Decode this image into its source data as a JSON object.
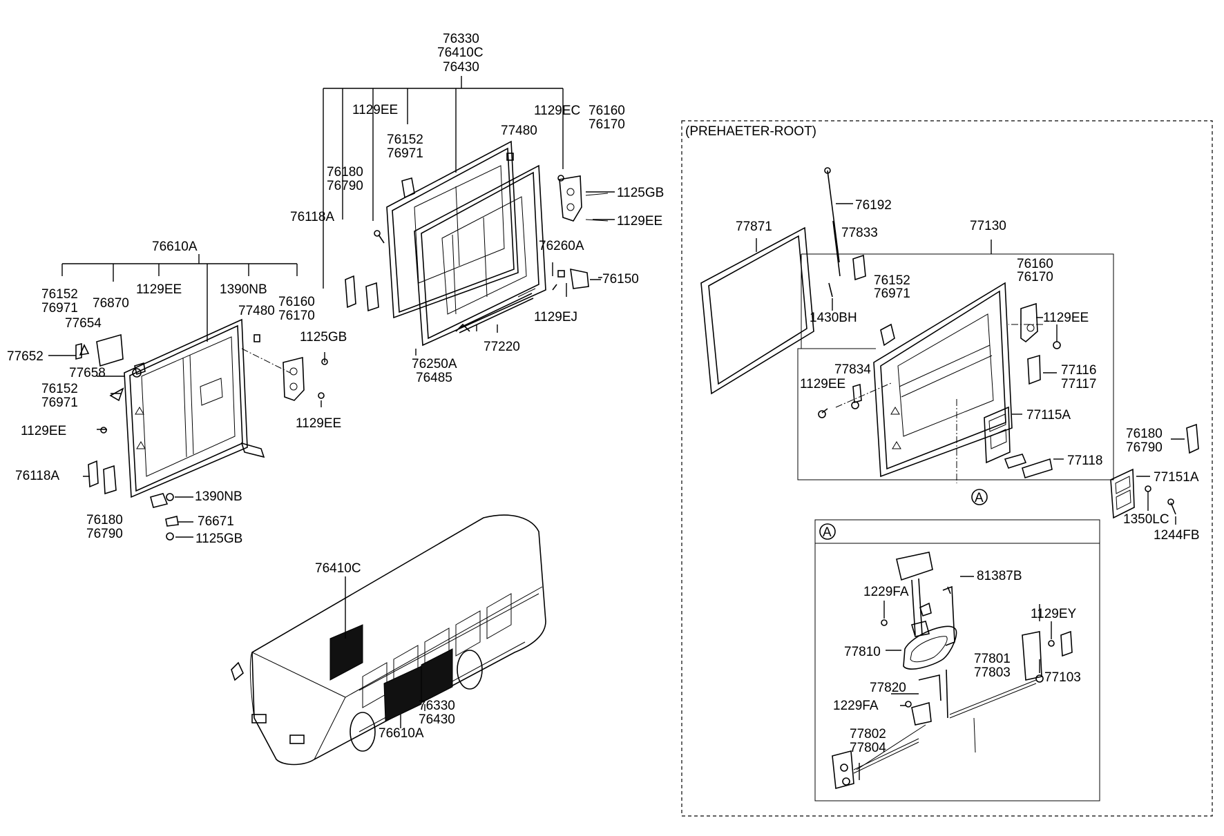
{
  "labels": {
    "top_group_1": "76330",
    "top_group_2": "76410C",
    "top_group_3": "76430",
    "t_1129ee_a": "1129EE",
    "t_76152_a": "76152",
    "t_76971_a": "76971",
    "t_76180_a": "76180",
    "t_76790_a": "76790",
    "t_76118a_a": "76118A",
    "t_1129ec": "1129EC",
    "t_76160_a": "76160",
    "t_76170_a": "76170",
    "t_77480_a": "77480",
    "t_1125gb_a": "1125GB",
    "t_1129ee_b": "1129EE",
    "t_76260a": "76260A",
    "t_76150": "76150",
    "t_1129ej": "1129EJ",
    "t_77220": "77220",
    "t_76250a": "76250A",
    "t_76485": "76485",
    "l_76610a": "76610A",
    "l_76152_b": "76152",
    "l_76971_b": "76971",
    "l_76870": "76870",
    "l_1129ee_c": "1129EE",
    "l_1390nb_a": "1390NB",
    "l_76160_b": "76160",
    "l_76170_b": "76170",
    "l_77480_b": "77480",
    "l_77654": "77654",
    "l_77652": "77652",
    "l_77658": "77658",
    "l_1125gb_b": "1125GB",
    "l_76152_c": "76152",
    "l_76971_c": "76971",
    "l_1129ee_d": "1129EE",
    "l_1129ee_e": "1129EE",
    "l_76118a_b": "76118A",
    "l_1390nb_b": "1390NB",
    "l_76180_b": "76180",
    "l_76790_b": "76790",
    "l_76671": "76671",
    "l_1125gb_c": "1125GB",
    "b_76410c": "76410C",
    "b_76330": "76330",
    "b_76430": "76430",
    "b_76610a": "76610A",
    "r_section": "(PREHAETER-ROOT)",
    "r_76192": "76192",
    "r_77871": "77871",
    "r_77833": "77833",
    "r_77130": "77130",
    "r_1430bh": "1430BH",
    "r_76160": "76160",
    "r_76170": "76170",
    "r_76152": "76152",
    "r_76971": "76971",
    "r_1129ee_f": "1129EE",
    "r_77834": "77834",
    "r_1129ee_g": "1129EE",
    "r_77116": "77116",
    "r_77117": "77117",
    "r_77115a": "77115A",
    "r_76180": "76180",
    "r_76790": "76790",
    "r_77118": "77118",
    "r_77151a": "77151A",
    "r_1350lc": "1350LC",
    "r_1244fb": "1244FB",
    "r_callout_a": "A",
    "a_box_label": "A",
    "a_81387b": "81387B",
    "a_1229fa_a": "1229FA",
    "a_1129ey": "1129EY",
    "a_77810": "77810",
    "a_77801": "77801",
    "a_77803": "77803",
    "a_77103": "77103",
    "a_77820": "77820",
    "a_1229fa_b": "1229FA",
    "a_77802": "77802",
    "a_77804": "77804"
  }
}
